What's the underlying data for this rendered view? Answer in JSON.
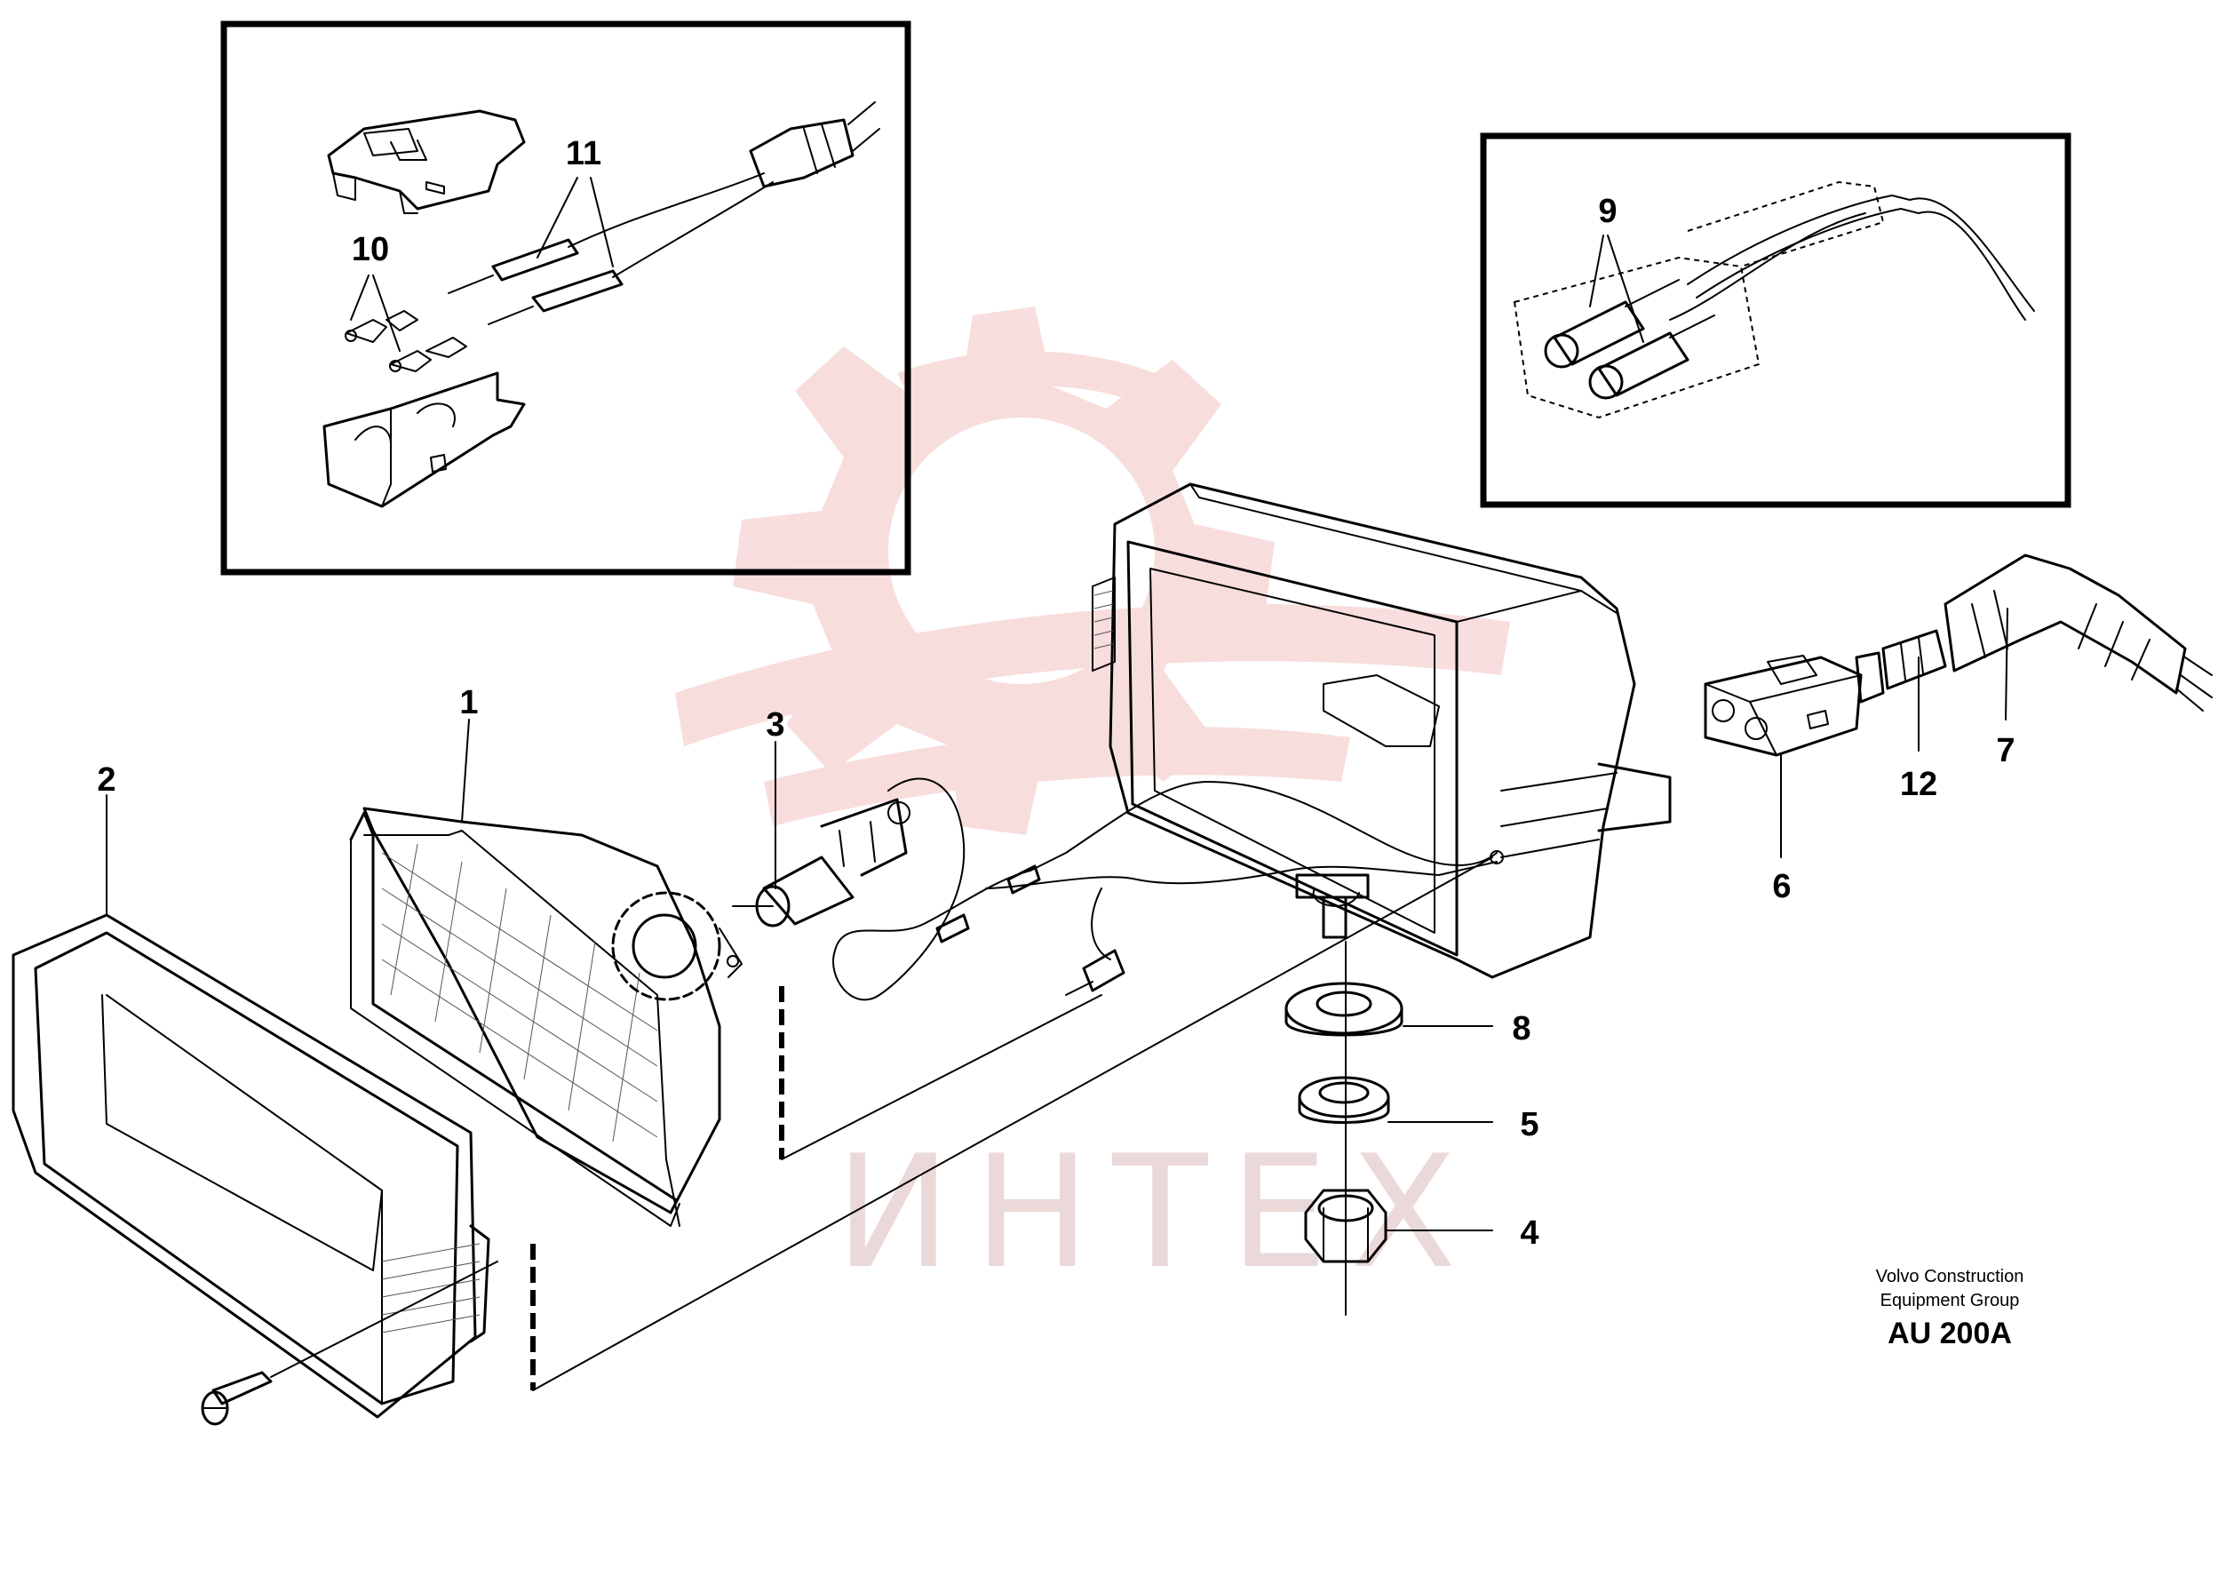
{
  "callouts": {
    "c1": "1",
    "c2": "2",
    "c3": "3",
    "c4": "4",
    "c5": "5",
    "c6": "6",
    "c7": "7",
    "c8": "8",
    "c9": "9",
    "c10": "10",
    "c11": "11",
    "c12": "12"
  },
  "credit": {
    "line1": "Volvo Construction",
    "line2": "Equipment Group",
    "code": "AU 200A"
  },
  "watermark": {
    "text": "ИНТЕХ",
    "color": "#e8b5b5"
  },
  "colors": {
    "ink": "#000000",
    "background": "#ffffff",
    "watermark_logo": "#f2c4c4"
  }
}
